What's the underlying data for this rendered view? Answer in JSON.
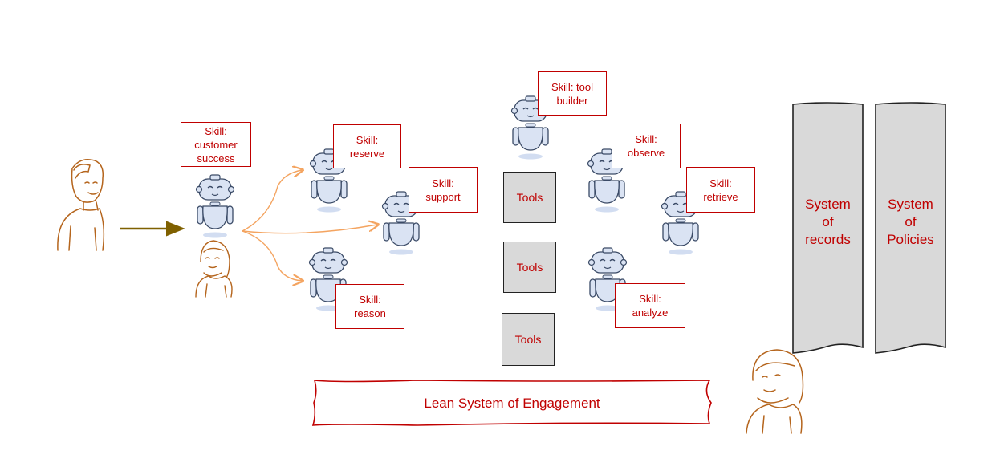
{
  "skills": {
    "customer_success": "Skill:\ncustomer\nsuccess",
    "reserve": "Skill:\nreserve",
    "support": "Skill:\nsupport",
    "reason": "Skill:\nreason",
    "tool_builder": "Skill: tool\nbuilder",
    "observe": "Skill:\nobserve",
    "retrieve": "Skill:\nretrieve",
    "analyze": "Skill:\nanalyze"
  },
  "tools": [
    "Tools",
    "Tools",
    "Tools"
  ],
  "engagement_label": "Lean System of Engagement",
  "systems": {
    "records": "System\nof\nrecords",
    "policies": "System\nof\nPolicies"
  },
  "icons": {
    "robot": "robot-icon",
    "person": "person-icon"
  },
  "colors": {
    "label_red": "#c00000",
    "robot_fill": "#dae3f3",
    "robot_stroke": "#3a4a66",
    "person_stroke": "#b5651d",
    "arrow_orange": "#f4a460",
    "arrow_olive": "#7f6000",
    "tools_fill": "#d9d9d9",
    "system_fill": "#d9d9d9"
  }
}
